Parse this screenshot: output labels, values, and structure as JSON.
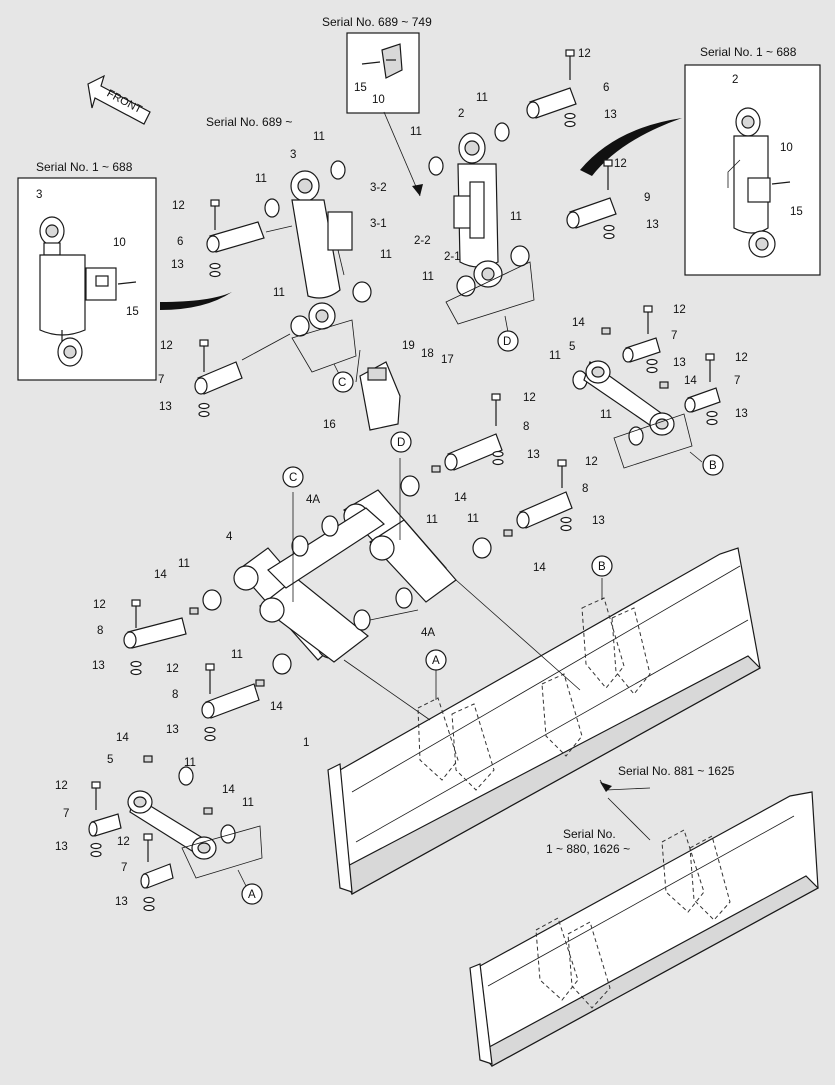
{
  "serials": {
    "top_inset": "Serial No. 689 ~ 749",
    "right_inset": "Serial No. 1 ~ 688",
    "left_inset": "Serial No. 1 ~ 688",
    "center_cyl": "Serial No. 689 ~",
    "blade_upper": "Serial No. 881 ~ 1625",
    "blade_lower_1": "Serial No.",
    "blade_lower_2": "1 ~ 880, 1626 ~"
  },
  "front_label": "FRONT",
  "callouts": {
    "A": "A",
    "B": "B",
    "C": "C",
    "D": "D"
  },
  "parts": {
    "p1": "1",
    "p2": "2",
    "p2_1": "2-1",
    "p2_2": "2-2",
    "p3": "3",
    "p3_1": "3-1",
    "p3_2": "3-2",
    "p4": "4",
    "p4A": "4A",
    "p5": "5",
    "p6": "6",
    "p7": "7",
    "p8": "8",
    "p9": "9",
    "p10": "10",
    "p11": "11",
    "p12": "12",
    "p13": "13",
    "p14": "14",
    "p15": "15",
    "p16": "16",
    "p17": "17",
    "p18": "18",
    "p19": "19"
  }
}
